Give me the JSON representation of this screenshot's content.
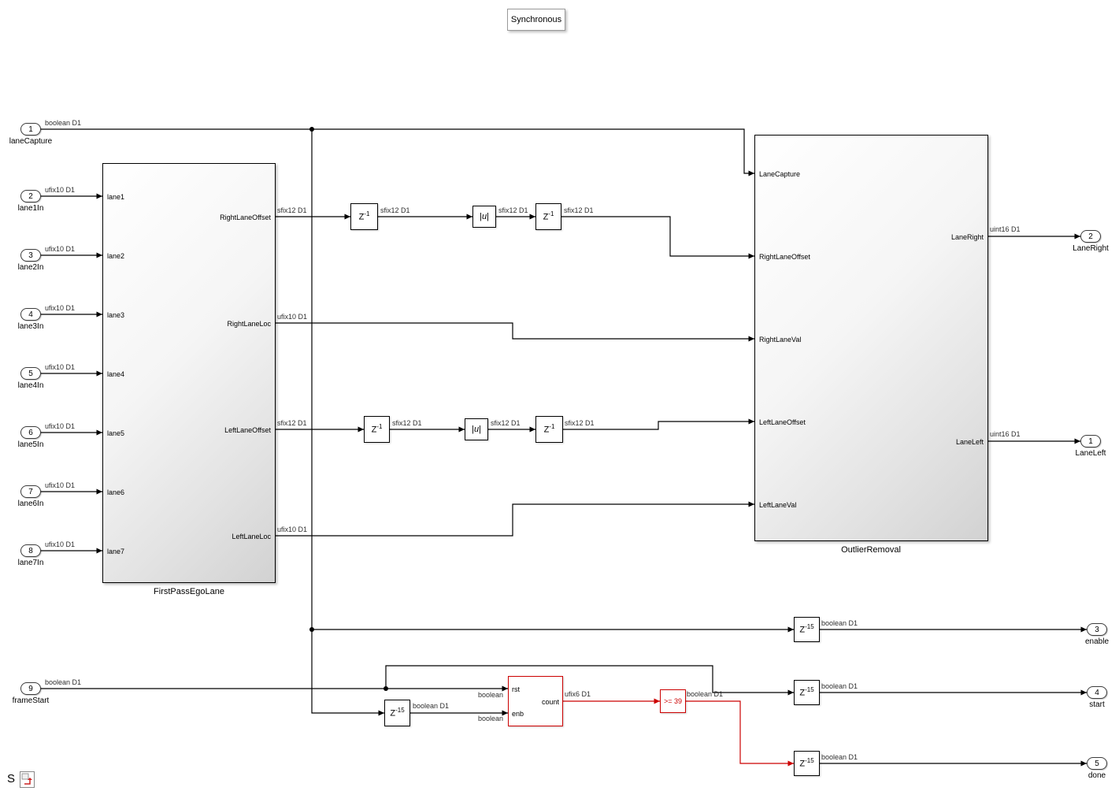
{
  "colors": {
    "wire": "#000000",
    "highlight_red": "#cc0000",
    "block_fill_top": "#ffffff",
    "block_fill_bottom": "#d2d2d2"
  },
  "annotation": {
    "text": "Synchronous"
  },
  "inports": [
    {
      "num": "1",
      "name": "laneCapture",
      "signal": "boolean D1"
    },
    {
      "num": "2",
      "name": "lane1In",
      "signal": "ufix10 D1"
    },
    {
      "num": "3",
      "name": "lane2In",
      "signal": "ufix10 D1"
    },
    {
      "num": "4",
      "name": "lane3In",
      "signal": "ufix10 D1"
    },
    {
      "num": "5",
      "name": "lane4In",
      "signal": "ufix10 D1"
    },
    {
      "num": "6",
      "name": "lane5In",
      "signal": "ufix10 D1"
    },
    {
      "num": "7",
      "name": "lane6In",
      "signal": "ufix10 D1"
    },
    {
      "num": "8",
      "name": "lane7In",
      "signal": "ufix10 D1"
    },
    {
      "num": "9",
      "name": "frameStart",
      "signal": "boolean D1"
    }
  ],
  "outports": [
    {
      "num": "2",
      "name": "LaneRight",
      "signal": "uint16 D1"
    },
    {
      "num": "1",
      "name": "LaneLeft",
      "signal": "uint16 D1"
    },
    {
      "num": "3",
      "name": "enable",
      "signal": "boolean D1"
    },
    {
      "num": "4",
      "name": "start",
      "signal": "boolean D1"
    },
    {
      "num": "5",
      "name": "done",
      "signal": "boolean D1"
    }
  ],
  "first_pass": {
    "label": "FirstPassEgoLane",
    "in_ports": [
      "lane1",
      "lane2",
      "lane3",
      "lane4",
      "lane5",
      "lane6",
      "lane7"
    ],
    "out_ports": [
      "RightLaneOffset",
      "RightLaneLoc",
      "LeftLaneOffset",
      "LeftLaneLoc"
    ]
  },
  "outlier": {
    "label": "OutlierRemoval",
    "in_ports": [
      "LaneCapture",
      "RightLaneOffset",
      "RightLaneVal",
      "LeftLaneOffset",
      "LeftLaneVal"
    ],
    "out_ports": [
      "LaneRight",
      "LaneLeft"
    ]
  },
  "delay": {
    "base": "Z",
    "exp1": "-1",
    "exp15": "-15"
  },
  "abs_block": {
    "left": "|",
    "u": "u",
    "right": "|"
  },
  "counter": {
    "rst": "rst",
    "enb": "enb",
    "count": "count"
  },
  "compare": {
    "text": ">= 39"
  },
  "signals": {
    "sfix12": "sfix12 D1",
    "ufix10": "ufix10 D1",
    "uint16": "uint16 D1",
    "bool": "boolean D1",
    "bool_short": "boolean",
    "ufix6": "ufix6 D1"
  },
  "legend": {
    "s": "S"
  }
}
